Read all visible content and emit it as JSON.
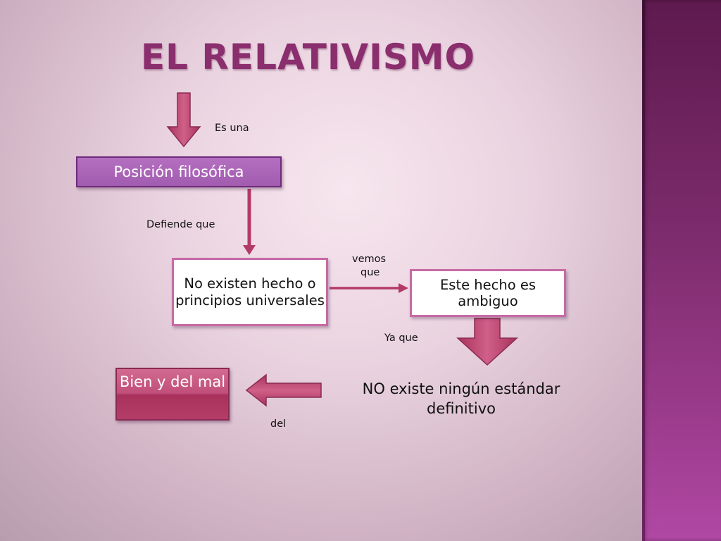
{
  "title": "EL RELATIVISMO",
  "nodes": {
    "posicion": "Posición filosófica",
    "no_existen": "No existen hecho o principios universales",
    "ambiguo": "Este hecho es ambiguo",
    "estandar": "NO existe ningún estándar definitivo",
    "bien_mal": "Bien y del mal"
  },
  "edge_labels": {
    "es_una": "Es una",
    "defiende": "Defiende que",
    "vemos": "vemos",
    "que": "que",
    "ya_que": "Ya que",
    "del": "del"
  },
  "colors": {
    "accent": "#8a2e6e",
    "arrow": "#b33a67",
    "side_panel": "#7a2a6a"
  }
}
